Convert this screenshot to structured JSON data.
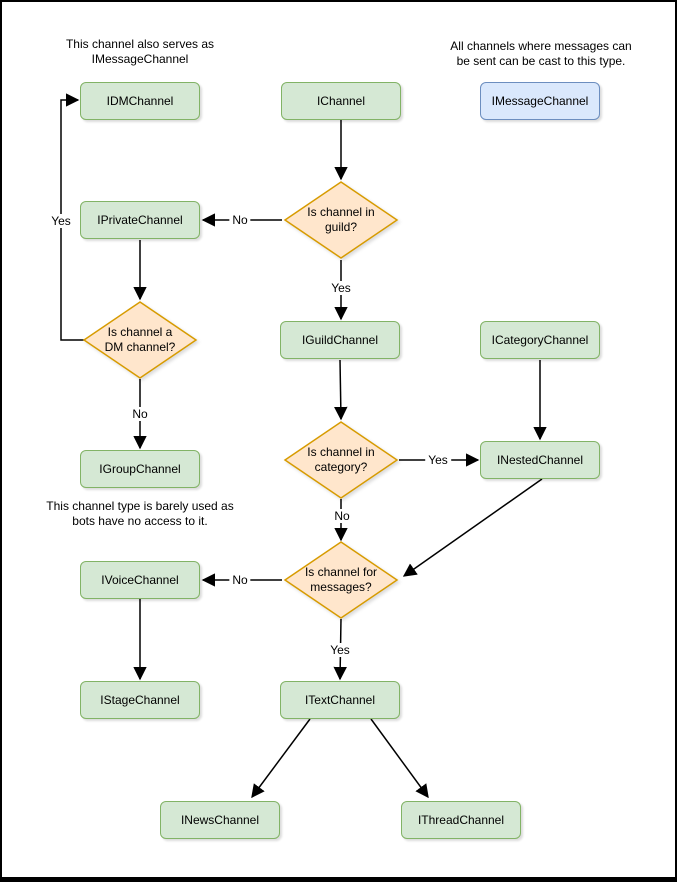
{
  "colors": {
    "node_fill": "#d5e8d4",
    "node_stroke": "#82b366",
    "decision_fill": "#ffe6cc",
    "decision_stroke": "#d79b00",
    "highlight_fill": "#dae8fc",
    "highlight_stroke": "#6c8ebf",
    "edge": "#000000",
    "background": "#ffffff"
  },
  "notes": {
    "dm": "This channel also serves as\nIMessageChannel",
    "message": "All channels where messages can\nbe sent can be cast to this type.",
    "group": "This channel type is barely used as\nbots have no access to it."
  },
  "nodes": {
    "idm": "IDMChannel",
    "ichannel": "IChannel",
    "imessage": "IMessageChannel",
    "iprivate": "IPrivateChannel",
    "iguild": "IGuildChannel",
    "icategory": "ICategoryChannel",
    "inested": "INestedChannel",
    "igroup": "IGroupChannel",
    "ivoice": "IVoiceChannel",
    "istage": "IStageChannel",
    "itext": "ITextChannel",
    "inews": "INewsChannel",
    "ithread": "IThreadChannel"
  },
  "decisions": {
    "in_guild": "Is channel in\nguild?",
    "is_dm": "Is channel a\nDM channel?",
    "in_category": "Is channel in\ncategory?",
    "for_messages": "Is channel for\nmessages?"
  },
  "edge_labels": {
    "guild_no": "No",
    "guild_yes": "Yes",
    "dm_yes": "Yes",
    "dm_no": "No",
    "category_yes": "Yes",
    "category_no": "No",
    "messages_no": "No",
    "messages_yes": "Yes"
  }
}
